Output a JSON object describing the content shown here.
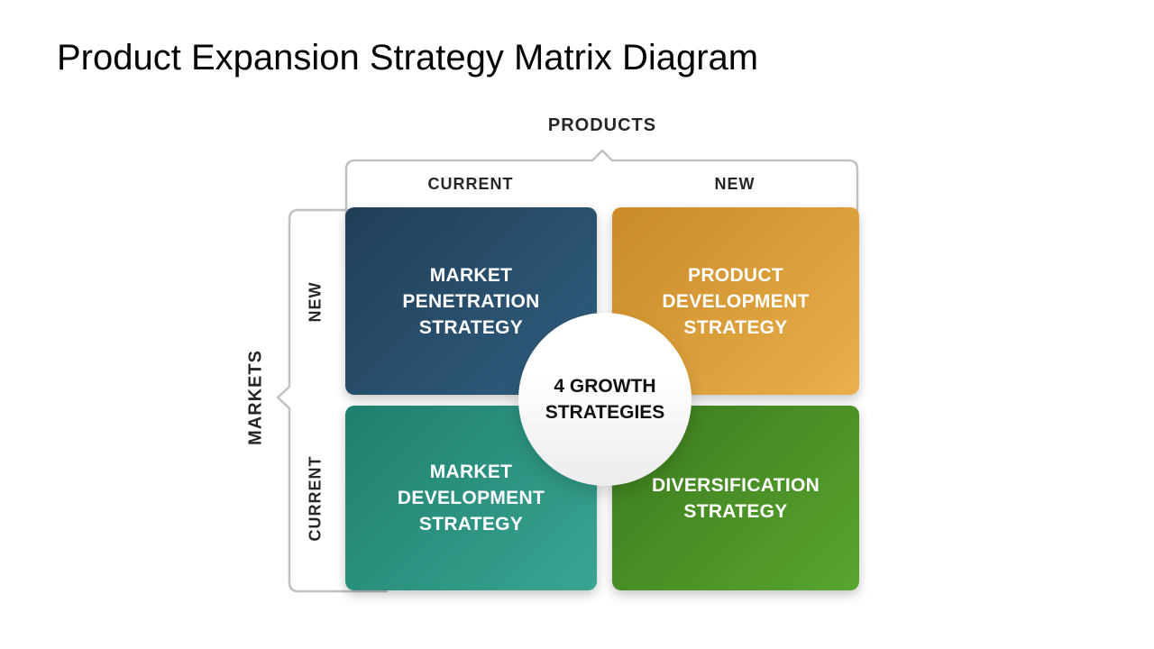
{
  "slide": {
    "title": "Product Expansion Strategy Matrix Diagram"
  },
  "matrix": {
    "bracket_color": "#c1c1c1",
    "products_axis": {
      "label": "PRODUCTS",
      "columns": [
        {
          "label": "CURRENT"
        },
        {
          "label": "NEW"
        }
      ]
    },
    "markets_axis": {
      "label": "MARKETS",
      "rows": [
        {
          "label": "NEW"
        },
        {
          "label": "CURRENT"
        }
      ]
    },
    "center_badge": {
      "lines": [
        "4 GROWTH",
        "STRATEGIES"
      ]
    },
    "quadrants": [
      {
        "name": "market-penetration-strategy",
        "lines": [
          "MARKET",
          "PENETRATION",
          "STRATEGY"
        ],
        "gradient_from": "#223e57",
        "gradient_to": "#2f5f80"
      },
      {
        "name": "product-development-strategy",
        "lines": [
          "PRODUCT",
          "DEVELOPMENT",
          "STRATEGY"
        ],
        "gradient_from": "#ca8a28",
        "gradient_to": "#e9b04c"
      },
      {
        "name": "market-development-strategy",
        "lines": [
          "MARKET",
          "DEVELOPMENT",
          "STRATEGY"
        ],
        "gradient_from": "#1f7f6e",
        "gradient_to": "#3aa492"
      },
      {
        "name": "diversification-strategy",
        "lines": [
          "DIVERSIFICATION",
          "STRATEGY"
        ],
        "gradient_from": "#3c7a1e",
        "gradient_to": "#58a52e"
      }
    ]
  }
}
